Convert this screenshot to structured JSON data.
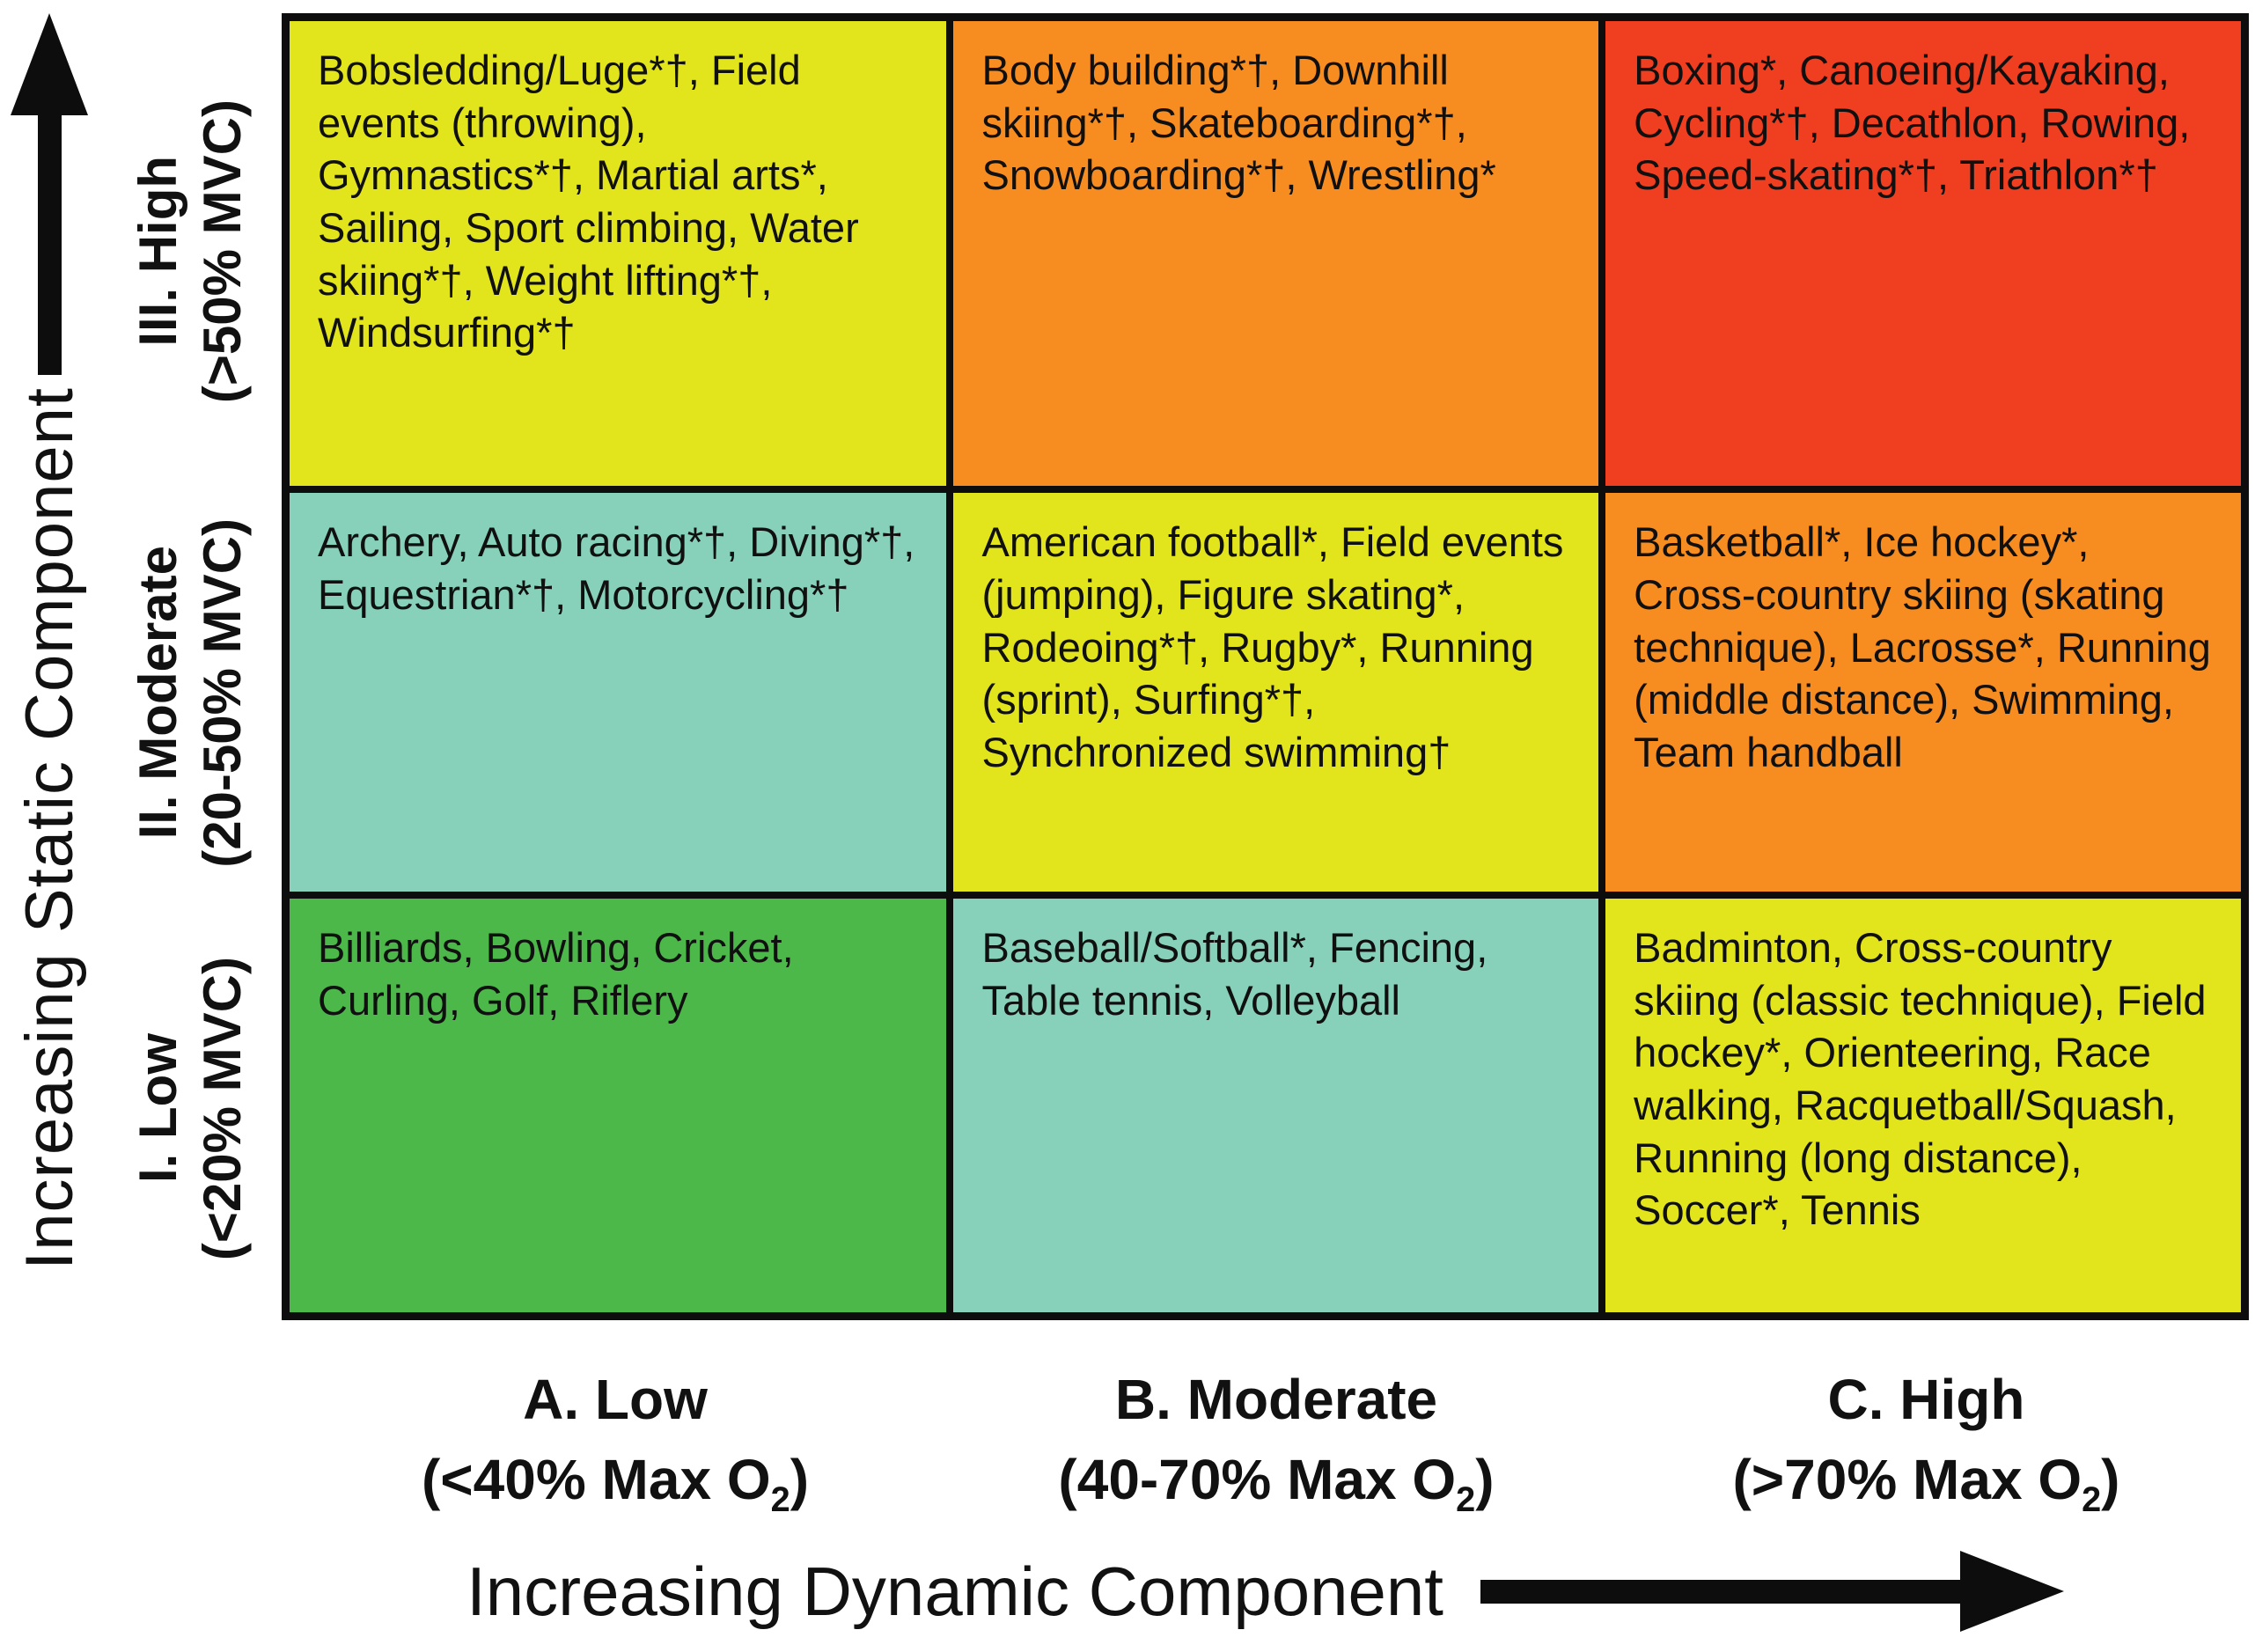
{
  "figure": {
    "y_axis_label": "Increasing Static Component",
    "x_axis_label": "Increasing Dynamic Component"
  },
  "colors": {
    "yellow": "#e2e41c",
    "orange": "#f78d20",
    "red": "#ef3e20",
    "teal": "#87d0b9",
    "green": "#4bb849"
  },
  "rows": [
    {
      "line1": "III. High",
      "line2": "(>50% MVC)"
    },
    {
      "line1": "II. Moderate",
      "line2": "(20-50% MVC)"
    },
    {
      "line1": "I. Low",
      "line2": "(<20% MVC)"
    }
  ],
  "columns": [
    {
      "line1": "A. Low",
      "o2_pre": "(<40% Max O",
      "o2_sub": "2",
      "o2_post": ")"
    },
    {
      "line1": "B. Moderate",
      "o2_pre": "(40-70% Max O",
      "o2_sub": "2",
      "o2_post": ")"
    },
    {
      "line1": "C. High",
      "o2_pre": "(>70% Max O",
      "o2_sub": "2",
      "o2_post": ")"
    }
  ],
  "cells": [
    {
      "row": "III",
      "col": "A",
      "color": "yellow",
      "sports": "Bobsledding/Luge*†, Field events (throwing), Gymnastics*†, Martial arts*, Sailing, Sport climbing, Water skiing*†, Weight lifting*†, Windsurfing*†"
    },
    {
      "row": "III",
      "col": "B",
      "color": "orange",
      "sports": "Body building*†, Downhill skiing*†, Skateboarding*†, Snowboarding*†, Wrestling*"
    },
    {
      "row": "III",
      "col": "C",
      "color": "red",
      "sports": "Boxing*, Canoeing/Kayaking, Cycling*†, Decathlon, Rowing, Speed-skating*†, Triathlon*†"
    },
    {
      "row": "II",
      "col": "A",
      "color": "teal",
      "sports": "Archery, Auto racing*†, Diving*†, Equestrian*†, Motorcycling*†"
    },
    {
      "row": "II",
      "col": "B",
      "color": "yellow",
      "sports": "American football*, Field events (jumping), Figure skating*, Rodeoing*†, Rugby*, Running (sprint), Surfing*†, Synchronized swimming†"
    },
    {
      "row": "II",
      "col": "C",
      "color": "orange",
      "sports": "Basketball*, Ice hockey*, Cross-country skiing (skating technique), Lacrosse*, Running (middle distance), Swimming, Team handball"
    },
    {
      "row": "I",
      "col": "A",
      "color": "green",
      "sports": "Billiards, Bowling, Cricket, Curling, Golf, Riflery"
    },
    {
      "row": "I",
      "col": "B",
      "color": "teal",
      "sports": "Baseball/Softball*, Fencing, Table tennis, Volleyball"
    },
    {
      "row": "I",
      "col": "C",
      "color": "yellow",
      "sports": "Badminton, Cross-country skiing (classic technique), Field hockey*, Orienteering, Race walking, Racquetball/Squash, Running (long distance), Soccer*, Tennis"
    }
  ]
}
